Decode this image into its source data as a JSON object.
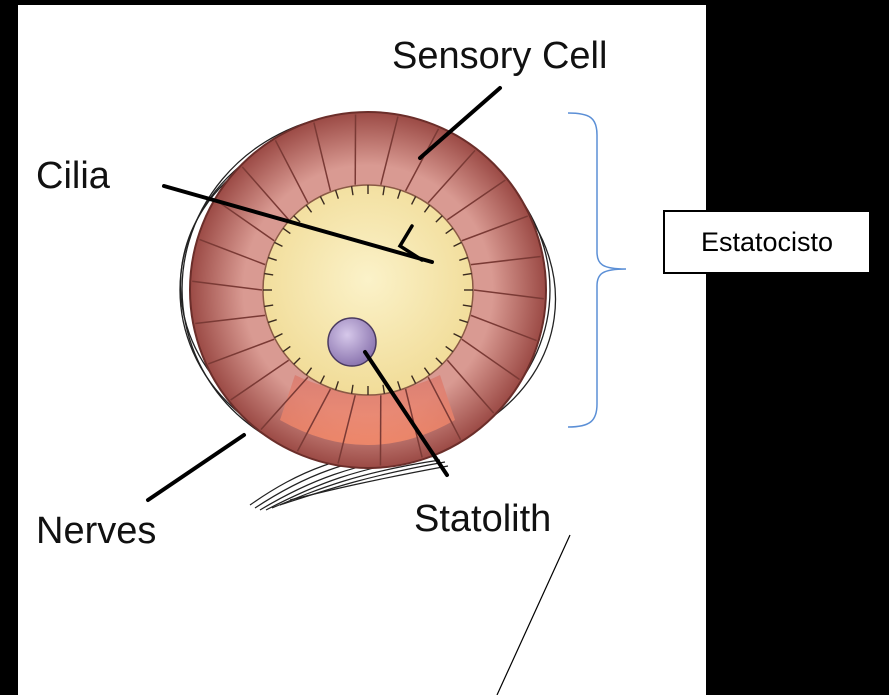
{
  "labels": {
    "sensory_cell": "Sensory Cell",
    "cilia": "Cilia",
    "nerves": "Nerves",
    "statolith": "Statolith",
    "estatocisto": "Estatocisto"
  },
  "colors": {
    "background_outer": "#000000",
    "panel": "#ffffff",
    "cell_ring": "#b86a64",
    "cavity": "#f7e8b2",
    "statolith": "#a795c4",
    "bracket": "#5b8fd6"
  }
}
